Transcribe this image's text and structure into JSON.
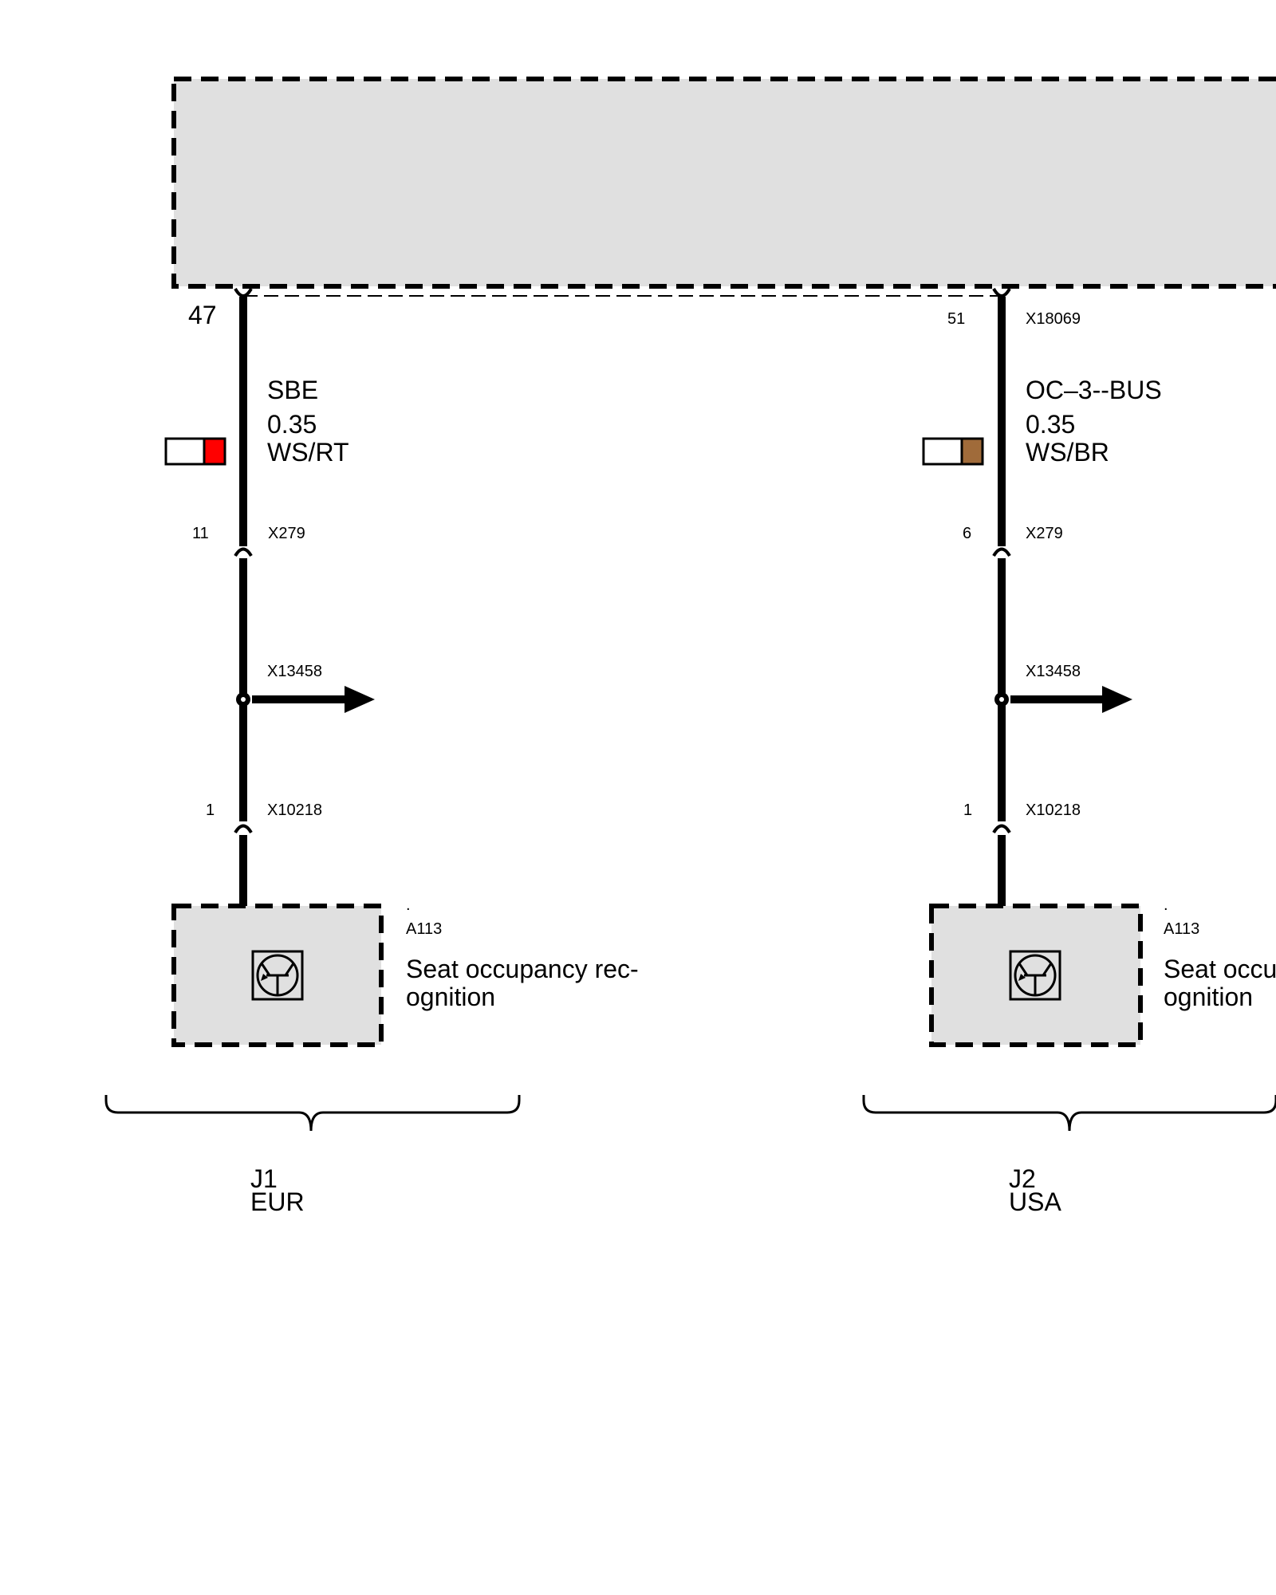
{
  "colors": {
    "module_fill": "#e0e0e0",
    "wire": "#000000",
    "stripe_red": "#ff0000",
    "stripe_brown": "#a06b3a"
  },
  "circuits": [
    {
      "id": "left",
      "top_pin": "47",
      "top_connector": "",
      "signal": "SBE",
      "cross_section": "0.35",
      "wire_color": "WS/RT",
      "stripe_color": "#ff0000",
      "mid_pin": "11",
      "mid_connector": "X279",
      "splice_connector": "X13458",
      "bottom_pin": "1",
      "bottom_connector": "X10218",
      "component_dot": ".",
      "component_id": "A113",
      "component_name_line1": "Seat occupancy rec-",
      "component_name_line2": "ognition",
      "component_icon": "transistor-sensor-icon",
      "variant_code": "J1",
      "variant_market": "EUR"
    },
    {
      "id": "right",
      "top_pin": "51",
      "top_connector": "X18069",
      "signal": "OC–3--BUS",
      "cross_section": "0.35",
      "wire_color": "WS/BR",
      "stripe_color": "#a06b3a",
      "mid_pin": "6",
      "mid_connector": "X279",
      "splice_connector": "X13458",
      "bottom_pin": "1",
      "bottom_connector": "X10218",
      "component_dot": ".",
      "component_id": "A113",
      "component_name_line1": "Seat occu",
      "component_name_line2": "ognition",
      "component_icon": "transistor-sensor-icon",
      "variant_code": "J2",
      "variant_market": "USA"
    }
  ]
}
